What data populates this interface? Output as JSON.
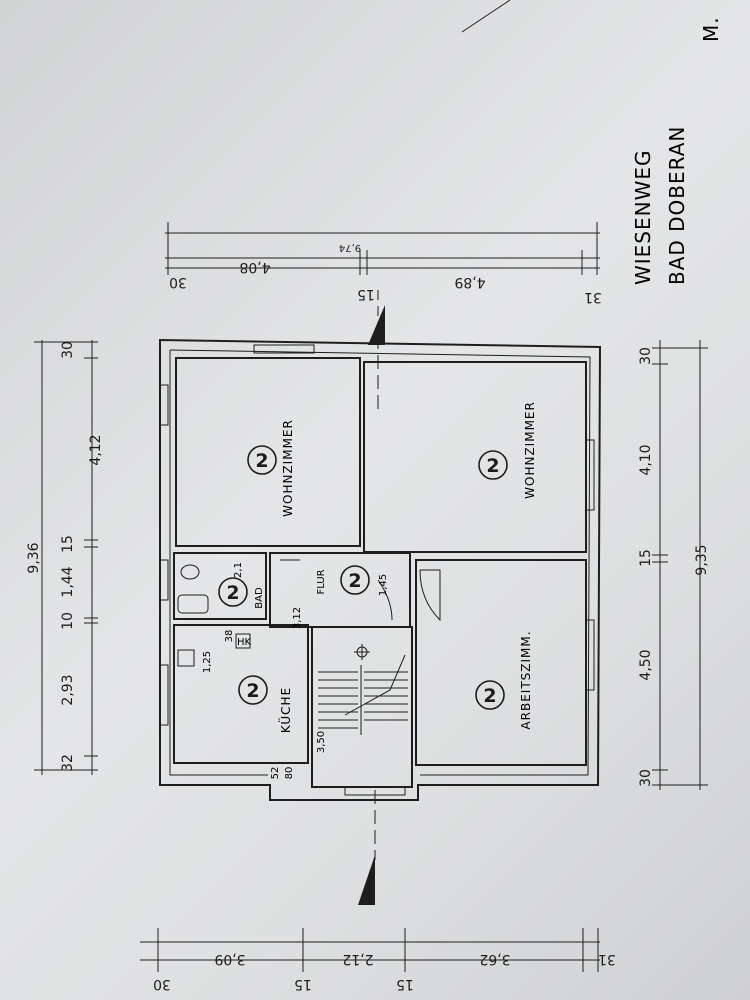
{
  "title": {
    "line1": "WIESENWEG",
    "line2": "BAD DOBERAN",
    "corner": "M."
  },
  "rooms": {
    "wohnzimmer_left": {
      "label": "WOHNZIMMER",
      "number": "2"
    },
    "wohnzimmer_right": {
      "label": "WOHNZIMMER",
      "number": "2"
    },
    "bad": {
      "label": "BAD",
      "number": "2",
      "dim": "2,1"
    },
    "flur": {
      "label": "FLUR",
      "number": "2",
      "dim": "1,45"
    },
    "kueche": {
      "label": "KÜCHE",
      "number": "2"
    },
    "arbeitszimmer": {
      "label": "ARBEITSZIMM.",
      "number": "2"
    }
  },
  "annotations": {
    "hk": "HK",
    "k_125": "1,25",
    "n38": "38",
    "n52": "52",
    "n80": "80",
    "n312": "3,12",
    "n350": "3,50"
  },
  "dims_top": {
    "total": "9,36",
    "segments": [
      "32",
      "2,93",
      "10",
      "1,44",
      "15",
      "4,12",
      "30"
    ]
  },
  "dims_bottom": {
    "total": "9,35",
    "segments": [
      "30",
      "4,50",
      "15",
      "4,10",
      "30"
    ]
  },
  "dims_right": {
    "total": "9,74",
    "row1": [
      "30",
      "4,08",
      "15"
    ],
    "row2": [
      "4,89",
      "31"
    ]
  },
  "dims_left": {
    "row1": [
      "31",
      "3,62",
      "15"
    ],
    "row2": [
      "2,12",
      "15",
      "3,09",
      "30"
    ]
  }
}
